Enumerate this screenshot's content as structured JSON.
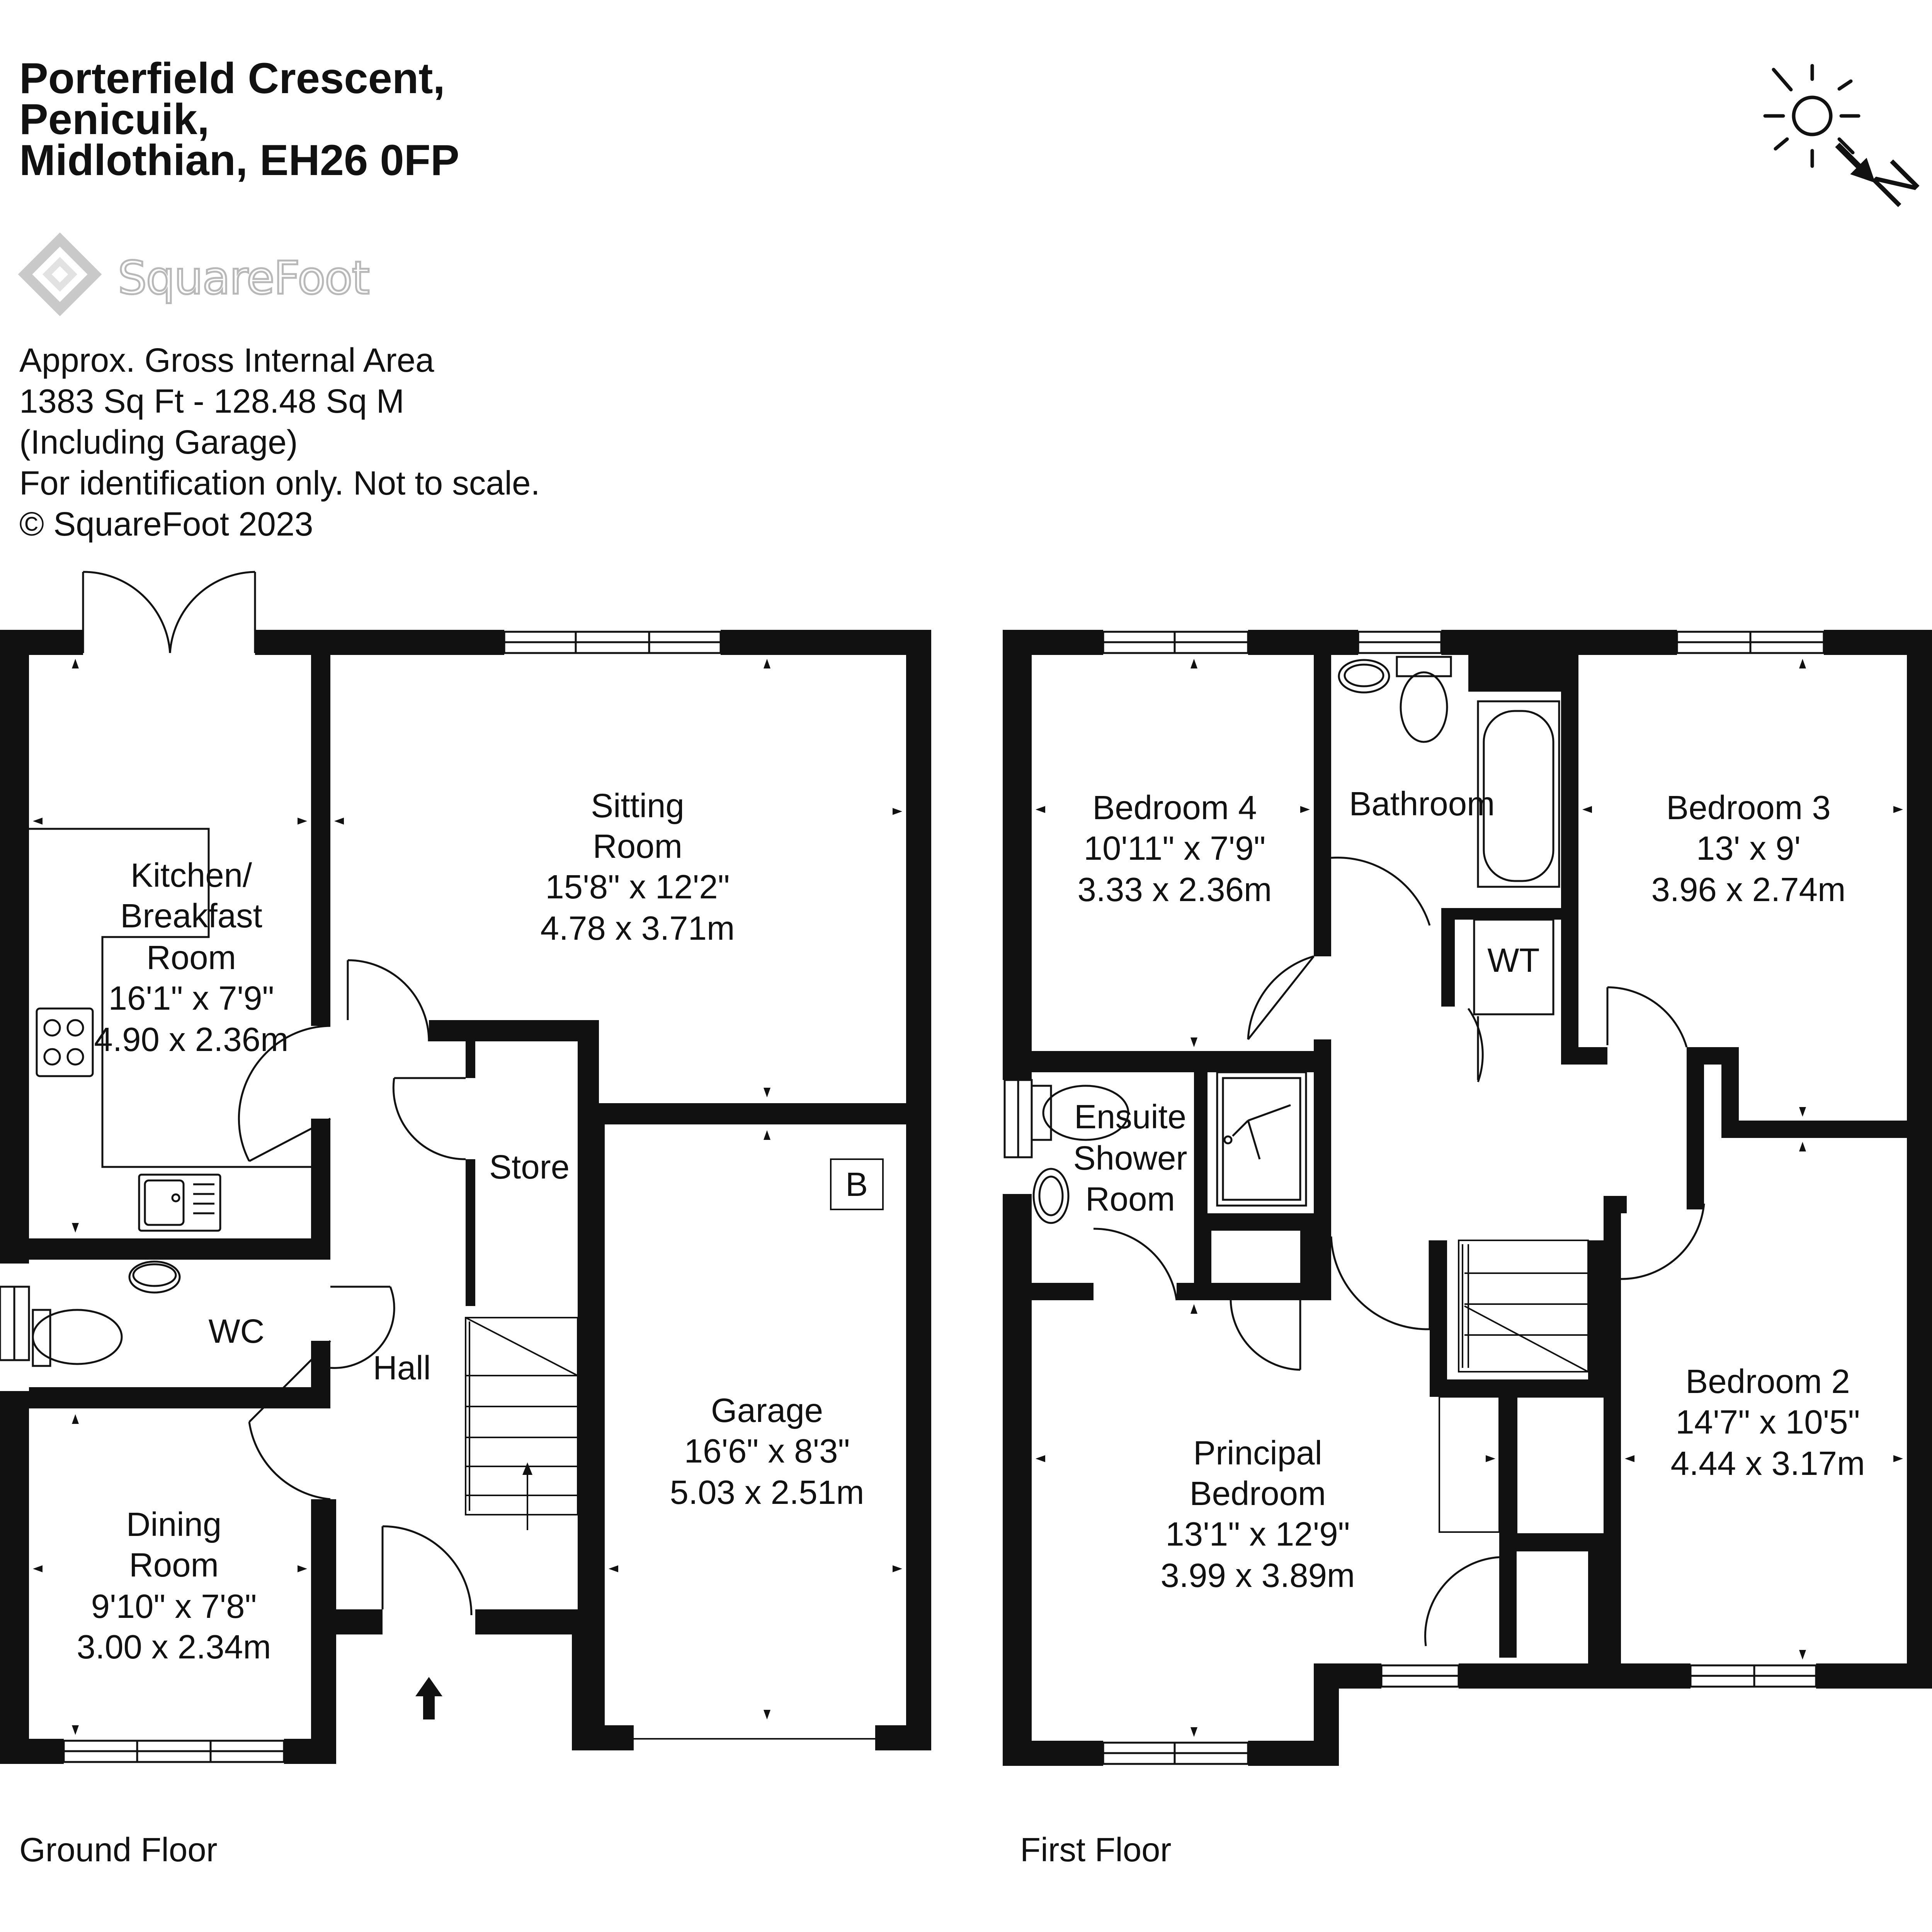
{
  "header": {
    "address_lines": [
      "Porterfield Crescent,",
      "Penicuik,",
      "Midlothian, EH26 0FP"
    ]
  },
  "brand": {
    "name": "SquareFoot"
  },
  "info": {
    "lines": [
      "Approx. Gross Internal Area",
      "1383 Sq Ft  -  128.48 Sq M",
      "(Including Garage)",
      "For identification only. Not to scale.",
      "© SquareFoot 2023"
    ]
  },
  "compass": {
    "label": "N",
    "icon": "north-sun-icon"
  },
  "ground_floor": {
    "label": "Ground Floor",
    "rooms": {
      "kitchen": {
        "name_lines": [
          "Kitchen/",
          "Breakfast",
          "Room"
        ],
        "imperial": "16'1\" x 7'9\"",
        "metric": "4.90 x 2.36m"
      },
      "sitting": {
        "name_lines": [
          "Sitting",
          "Room"
        ],
        "imperial": "15'8\" x 12'2\"",
        "metric": "4.78 x 3.71m"
      },
      "wc": {
        "name": "WC"
      },
      "hall": {
        "name": "Hall"
      },
      "store": {
        "name": "Store"
      },
      "garage": {
        "name": "Garage",
        "imperial": "16'6\" x 8'3\"",
        "metric": "5.03 x 2.51m"
      },
      "boiler": {
        "name": "B"
      },
      "dining": {
        "name_lines": [
          "Dining",
          "Room"
        ],
        "imperial": "9'10\" x 7'8\"",
        "metric": "3.00 x 2.34m"
      }
    }
  },
  "first_floor": {
    "label": "First Floor",
    "rooms": {
      "bedroom4": {
        "name": "Bedroom 4",
        "imperial": "10'11\" x 7'9\"",
        "metric": "3.33 x 2.36m"
      },
      "bathroom": {
        "name": "Bathroom"
      },
      "bedroom3": {
        "name": "Bedroom 3",
        "imperial": "13' x 9'",
        "metric": "3.96 x 2.74m"
      },
      "wt": {
        "name": "WT"
      },
      "ensuite": {
        "name_lines": [
          "Ensuite",
          "Shower",
          "Room"
        ]
      },
      "principal": {
        "name_lines": [
          "Principal",
          "Bedroom"
        ],
        "imperial": "13'1\" x 12'9\"",
        "metric": "3.99 x 3.89m"
      },
      "bedroom2": {
        "name": "Bedroom 2",
        "imperial": "14'7\" x 10'5\"",
        "metric": "4.44 x 3.17m"
      }
    }
  }
}
